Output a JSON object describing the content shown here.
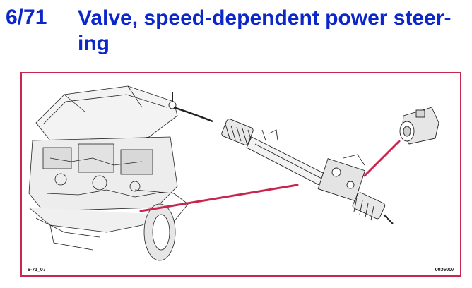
{
  "heading": {
    "number": "6/71",
    "title_line1": "Valve, speed-dependent power steer-",
    "title_line2": "ing"
  },
  "figure": {
    "code_left": "6-71_07",
    "code_right": "0036007",
    "frame_color": "#c8264d",
    "callout_color": "#c8264d"
  },
  "colors": {
    "title": "#0b27c9"
  }
}
